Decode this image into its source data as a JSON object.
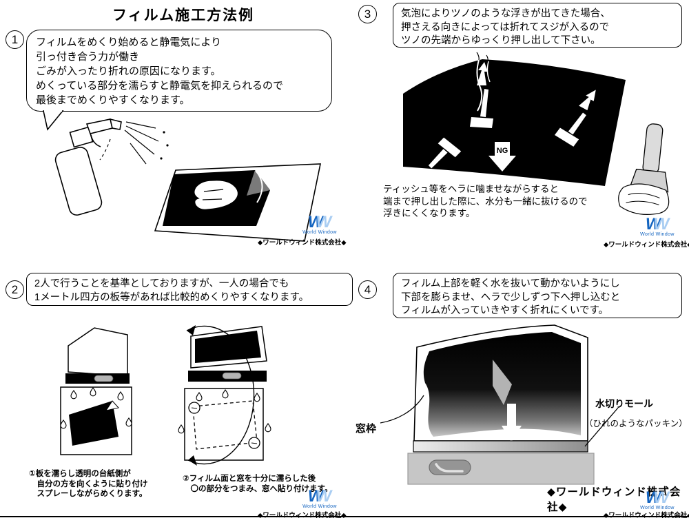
{
  "page": {
    "title": "フィルム施工方法例"
  },
  "watermark": {
    "logo_w1": "W",
    "logo_w2": "W",
    "subtitle": "World Window",
    "company": "◆ワールドウィンド株式会社◆"
  },
  "footer": {
    "company": "◆ワールドウィンド株式会社◆"
  },
  "step1": {
    "number": "1",
    "bubble": [
      "フィルムをめくり始めると静電気により",
      "引っ付き合う力が働き",
      "ごみが入ったり折れの原因になります。",
      "めくっている部分を濡らすと静電気を抑えられるので",
      "最後までめくりやすくなります。"
    ]
  },
  "step2": {
    "number": "2",
    "box": [
      "2人で行うことを基準としておりますが、一人の場合でも",
      "1メートル四方の板等があれば比較的めくりやすくなります。"
    ],
    "caption1": [
      "①板を濡らし透明の台紙側が",
      "　自分の方を向くように貼り付け",
      "　スプレーしながらめくります。"
    ],
    "caption2": [
      "②フィルム面と窓を十分に濡らした後",
      "　〇の部分をつまみ、窓へ貼り付けます。"
    ]
  },
  "step3": {
    "number": "3",
    "box": [
      "気泡によりツノのような浮きが出てきた場合、",
      "押さえる向きによっては折れてスジが入るので",
      "ツノの先端からゆっくり押し出して下さい。"
    ],
    "ng": "NG",
    "note": [
      "ティッシュ等をヘラに噛ませながらすると",
      "端まで押し出した際に、水分も一緒に抜けるので",
      "浮きにくくなります。"
    ]
  },
  "step4": {
    "number": "4",
    "box": [
      "フィルム上部を軽く水を抜いて動かないようにし",
      "下部を膨らませ、ヘラで少しずつ下へ押し込むと",
      "フィルムが入っていきやすく折れにくいです。"
    ],
    "window_frame": "窓枠",
    "molding": "水切りモール",
    "molding_sub": "（ひれのようなパッキン）"
  }
}
